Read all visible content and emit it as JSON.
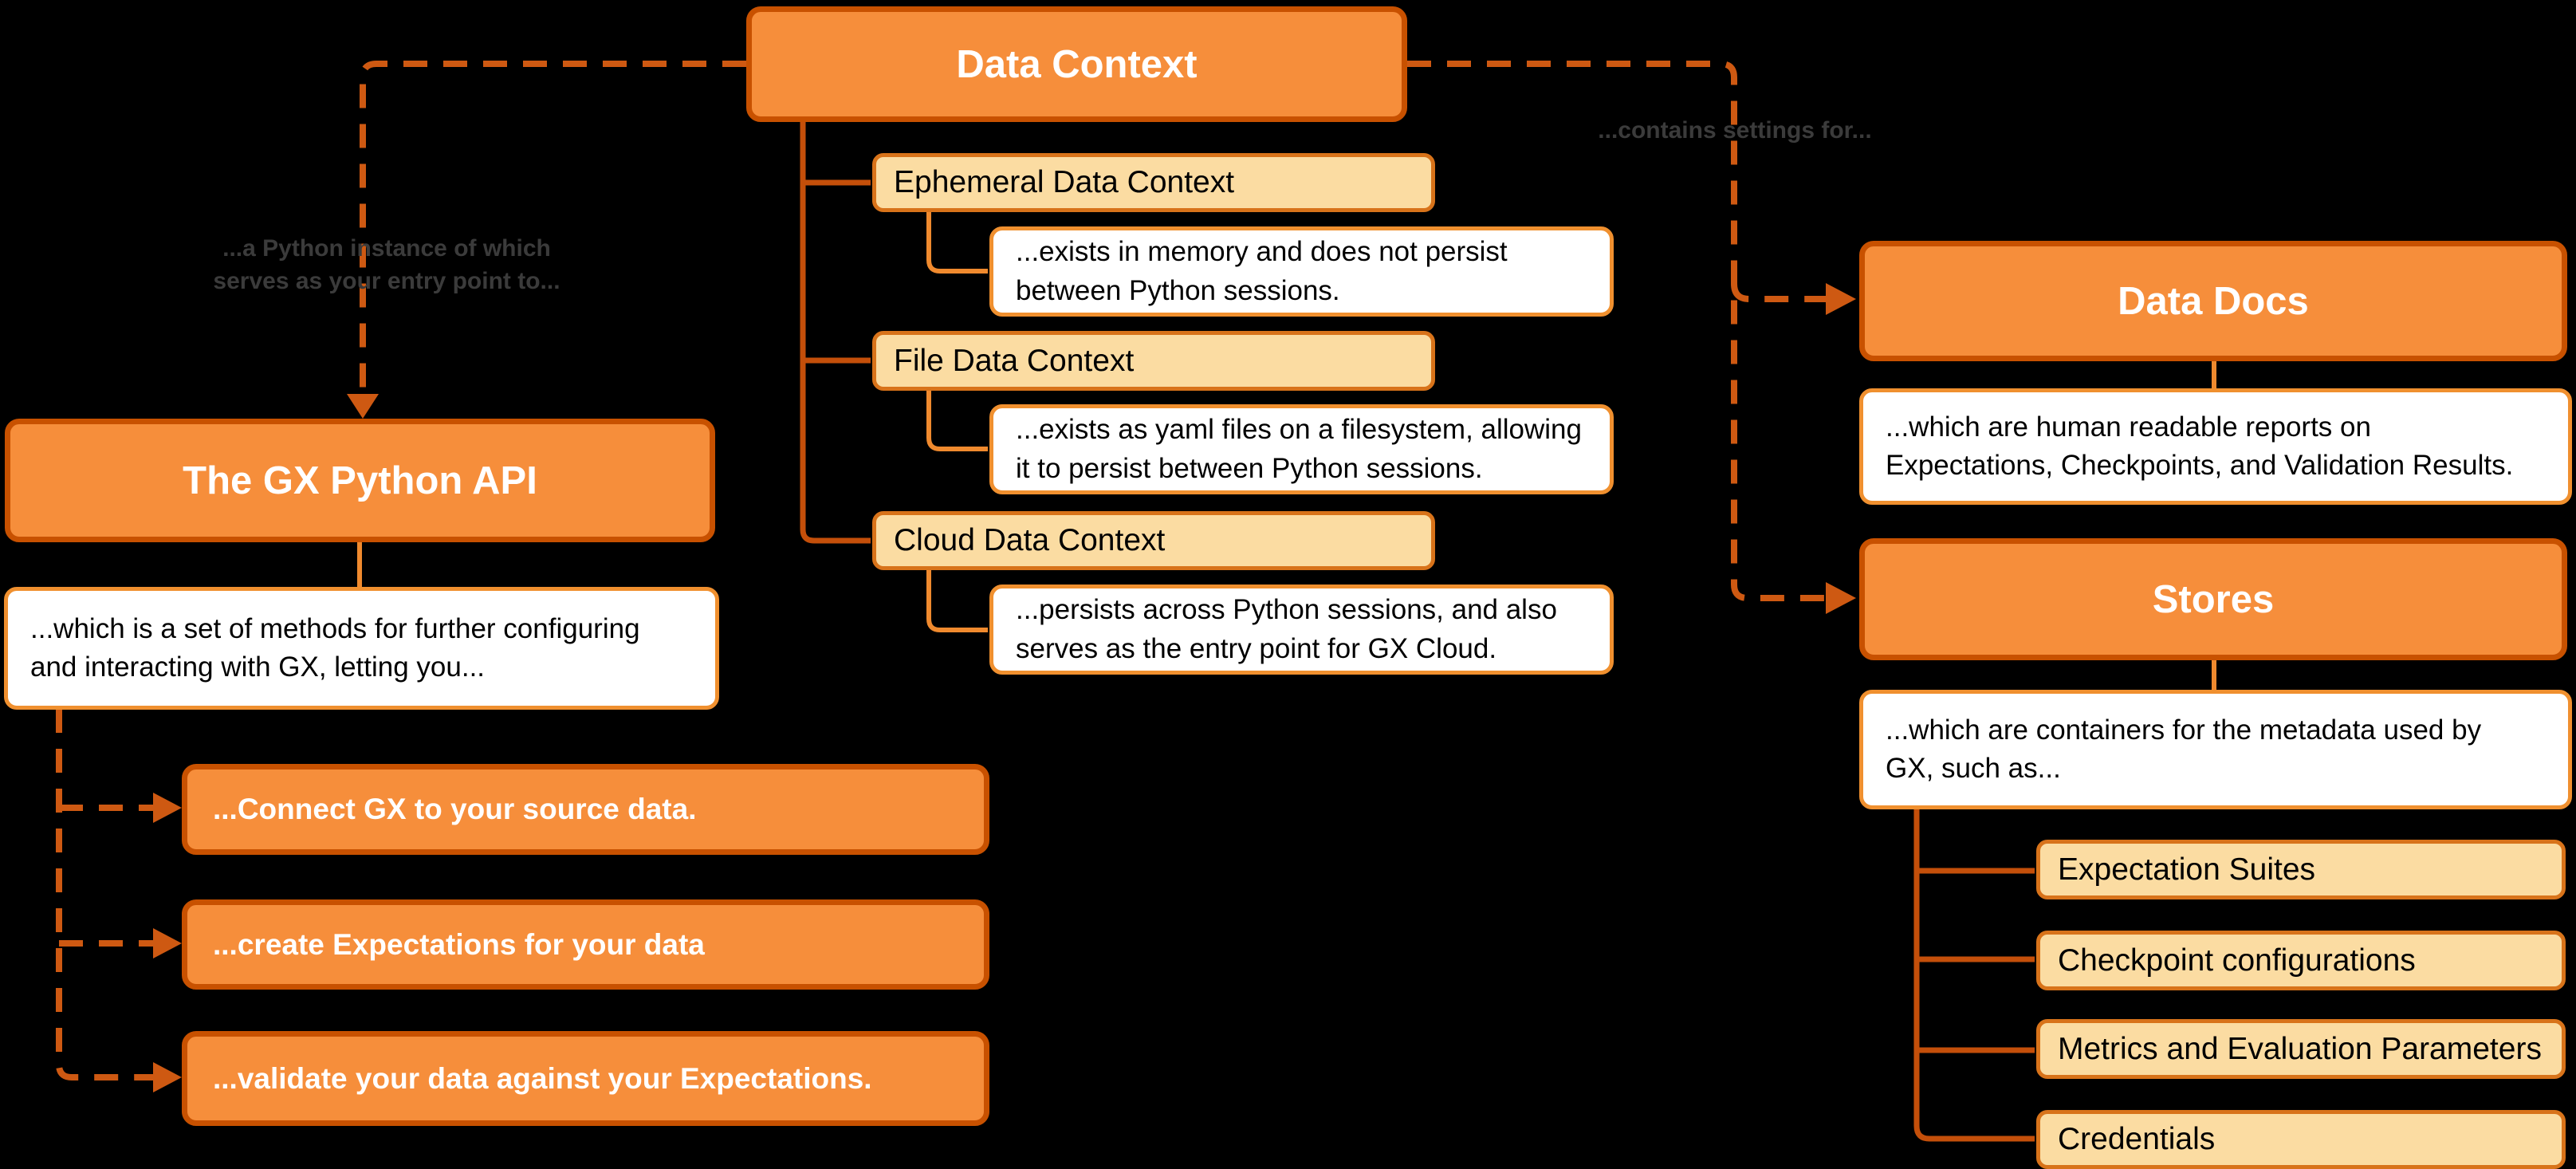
{
  "diagram": {
    "background": "#000000",
    "colors": {
      "background": "#000000",
      "node_fill": "#F68E3B",
      "node_border": "#C85100",
      "leaf_fill": "#FBDCA2",
      "leaf_border": "#D8731A",
      "desc_fill": "#FFFFFF",
      "desc_border": "#F0902F",
      "line_dark": "#C44F0A",
      "line_light": "#F08A2E",
      "line_dashed": "#CE5912",
      "title_text": "#FFFFFF",
      "body_text": "#000000",
      "annotation_text": "#3B3B3B"
    },
    "root": {
      "title": "Data Context"
    },
    "context_types": [
      {
        "label": "Ephemeral Data Context",
        "description": "...exists in memory and does not persist\nbetween Python sessions."
      },
      {
        "label": "File Data Context",
        "description": "...exists as yaml files on a filesystem, allowing\nit to persist between Python sessions."
      },
      {
        "label": "Cloud Data Context",
        "description": "...persists across Python sessions, and also\nserves as the entry point for GX Cloud."
      }
    ],
    "annotations": {
      "left": "...a Python instance of which\nserves as your entry point to...",
      "right": "...contains settings for..."
    },
    "gx_api": {
      "title": "The GX Python API",
      "description": "...which is a set of methods for further configuring\nand interacting with GX, letting you...",
      "actions": [
        "...Connect GX to your source data.",
        "...create Expectations for your data",
        "...validate your data against your Expectations."
      ]
    },
    "data_docs": {
      "title": "Data Docs",
      "description": "...which are human readable reports on\nExpectations, Checkpoints, and Validation Results."
    },
    "stores": {
      "title": "Stores",
      "description": "...which are containers for the metadata used by\nGX, such as...",
      "items": [
        "Expectation Suites",
        "Checkpoint configurations",
        "Metrics and Evaluation Parameters",
        "Credentials"
      ]
    }
  }
}
